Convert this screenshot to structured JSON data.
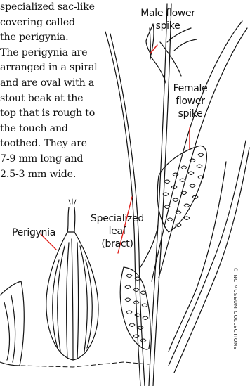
{
  "description_text": [
    "specialized sac-like",
    "covering called",
    "the perigynia.",
    "The perigynia are",
    "arranged in a spiral",
    "and are oval with a",
    "stout beak at the",
    "top that is rough to",
    "the touch and",
    "toothed. They are",
    "7-9 mm long and",
    "2.5-3 mm wide."
  ],
  "labels": {
    "male_flower_spike": [
      "Male flower",
      "spike"
    ],
    "female_flower_spike": [
      "Female",
      "flower",
      "spike"
    ],
    "perigynia": [
      "Perigynia"
    ],
    "specialized_leaf": [
      "Specialized",
      "leaf",
      "(bract)"
    ]
  },
  "credit": "© NC MUSEUM COLLECTIONS",
  "colors": {
    "line": "#111111",
    "leader": "#e0201b"
  }
}
